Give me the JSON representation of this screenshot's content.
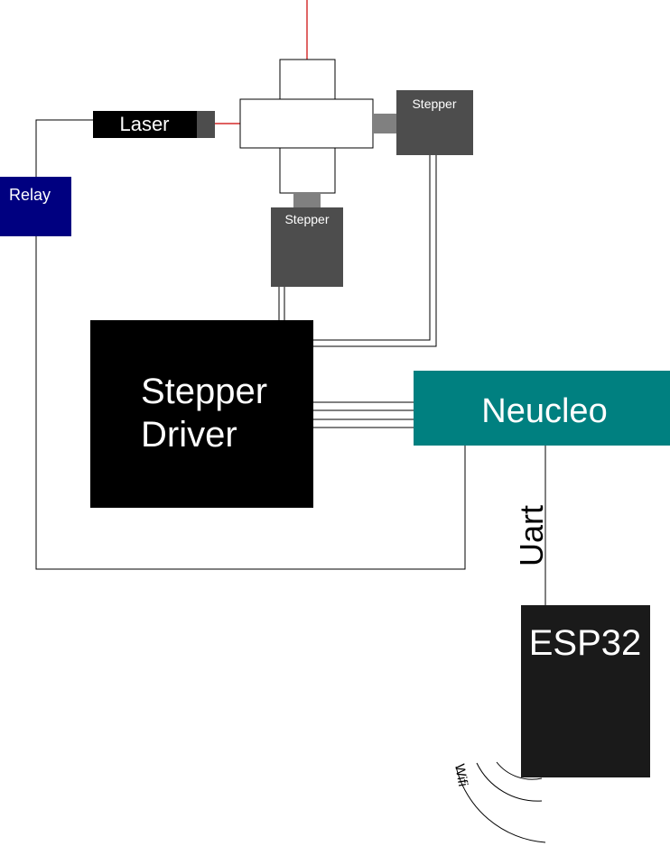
{
  "labels": {
    "laser": "Laser",
    "relay": "Relay",
    "stepper_right": "Stepper",
    "stepper_bottom": "Stepper",
    "stepper_driver_line1": "Stepper",
    "stepper_driver_line2": "Driver",
    "nucleo": "Neucleo",
    "uart": "Uart",
    "esp32": "ESP32",
    "wifi": "Wifi"
  },
  "colors": {
    "relay": "#000080",
    "nucleo": "#008080",
    "stepper": "#4d4d4d",
    "stepper_shaft": "#808080",
    "driver": "#000000",
    "esp32": "#1a1a1a",
    "laser_beam": "#cc0000"
  }
}
